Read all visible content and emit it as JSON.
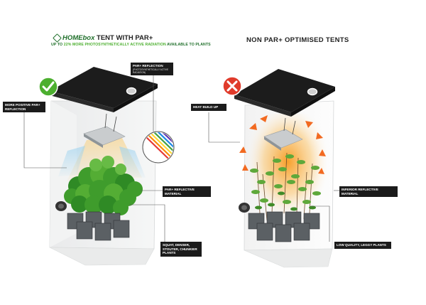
{
  "left": {
    "brand": "HOMEbox",
    "title_rest": "TENT WITH PAR+",
    "subtitle_pre": "UP TO ",
    "subtitle_highlight": "22% MORE PHOTOSYNTHETICALLY ACTIVE RADIATION",
    "subtitle_post": " AVAILABLE TO PLANTS",
    "badge": "check",
    "callouts": {
      "more_positive": "MORE POSITIVE PAR+ REFLECTION",
      "par_reflection": "PAR+ REFLECTION",
      "par_reflection_sub": "(PHOTOSYNTHETICALLY ACTIVE RADIATION)",
      "reflective_material": "PAR+ REFLECTIVE MATERIAL",
      "plants": "SQUAT, DENSER, STOUTER, CHUNKIER PLANTS"
    }
  },
  "right": {
    "title": "NON PAR+ OPTIMISED TENTS",
    "badge": "cross",
    "callouts": {
      "heat": "HEAT BUILD UP",
      "inferior": "INFERIOR REFLECTIVE MATERIAL",
      "leggy": "LOW QUALITY, LEGGY PLANTS"
    }
  },
  "colors": {
    "green": "#4caf2f",
    "dark_green": "#1f6f2a",
    "red": "#e03b2b",
    "orange": "#f7941d",
    "roof": "#1c1c1c"
  }
}
